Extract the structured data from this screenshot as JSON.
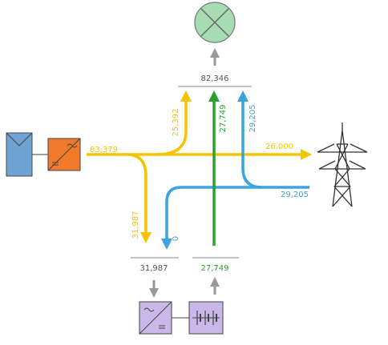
{
  "colors": {
    "solar": "#f5c400",
    "battery": "#2ca02c",
    "grid": "#3ba3e0",
    "neutral_text": "#555555",
    "arrow_gray": "#999999",
    "panel": "#6fa3d4",
    "inverter": "#f07a2a",
    "load": "#a8dcb4",
    "battery_box": "#c9b8e8"
  },
  "icons": {
    "pv_panel": "solar-panel-icon",
    "pv_inverter": "pv-inverter-icon",
    "load": "load-lamp-icon",
    "grid": "power-pylon-icon",
    "battery_inverter": "battery-inverter-icon",
    "battery": "battery-icon"
  },
  "labels": {
    "pv_output": "83,379",
    "to_load_from_pv": "25,392",
    "to_load_from_battery": "27,749",
    "to_load_from_grid": "29,205",
    "pv_to_grid": "26,000",
    "grid_import": "29,205",
    "pv_to_battery": "31,987",
    "grid_to_battery": "0",
    "load_total": "82,346",
    "battery_in_total": "31,987",
    "battery_out_total": "27,749"
  }
}
